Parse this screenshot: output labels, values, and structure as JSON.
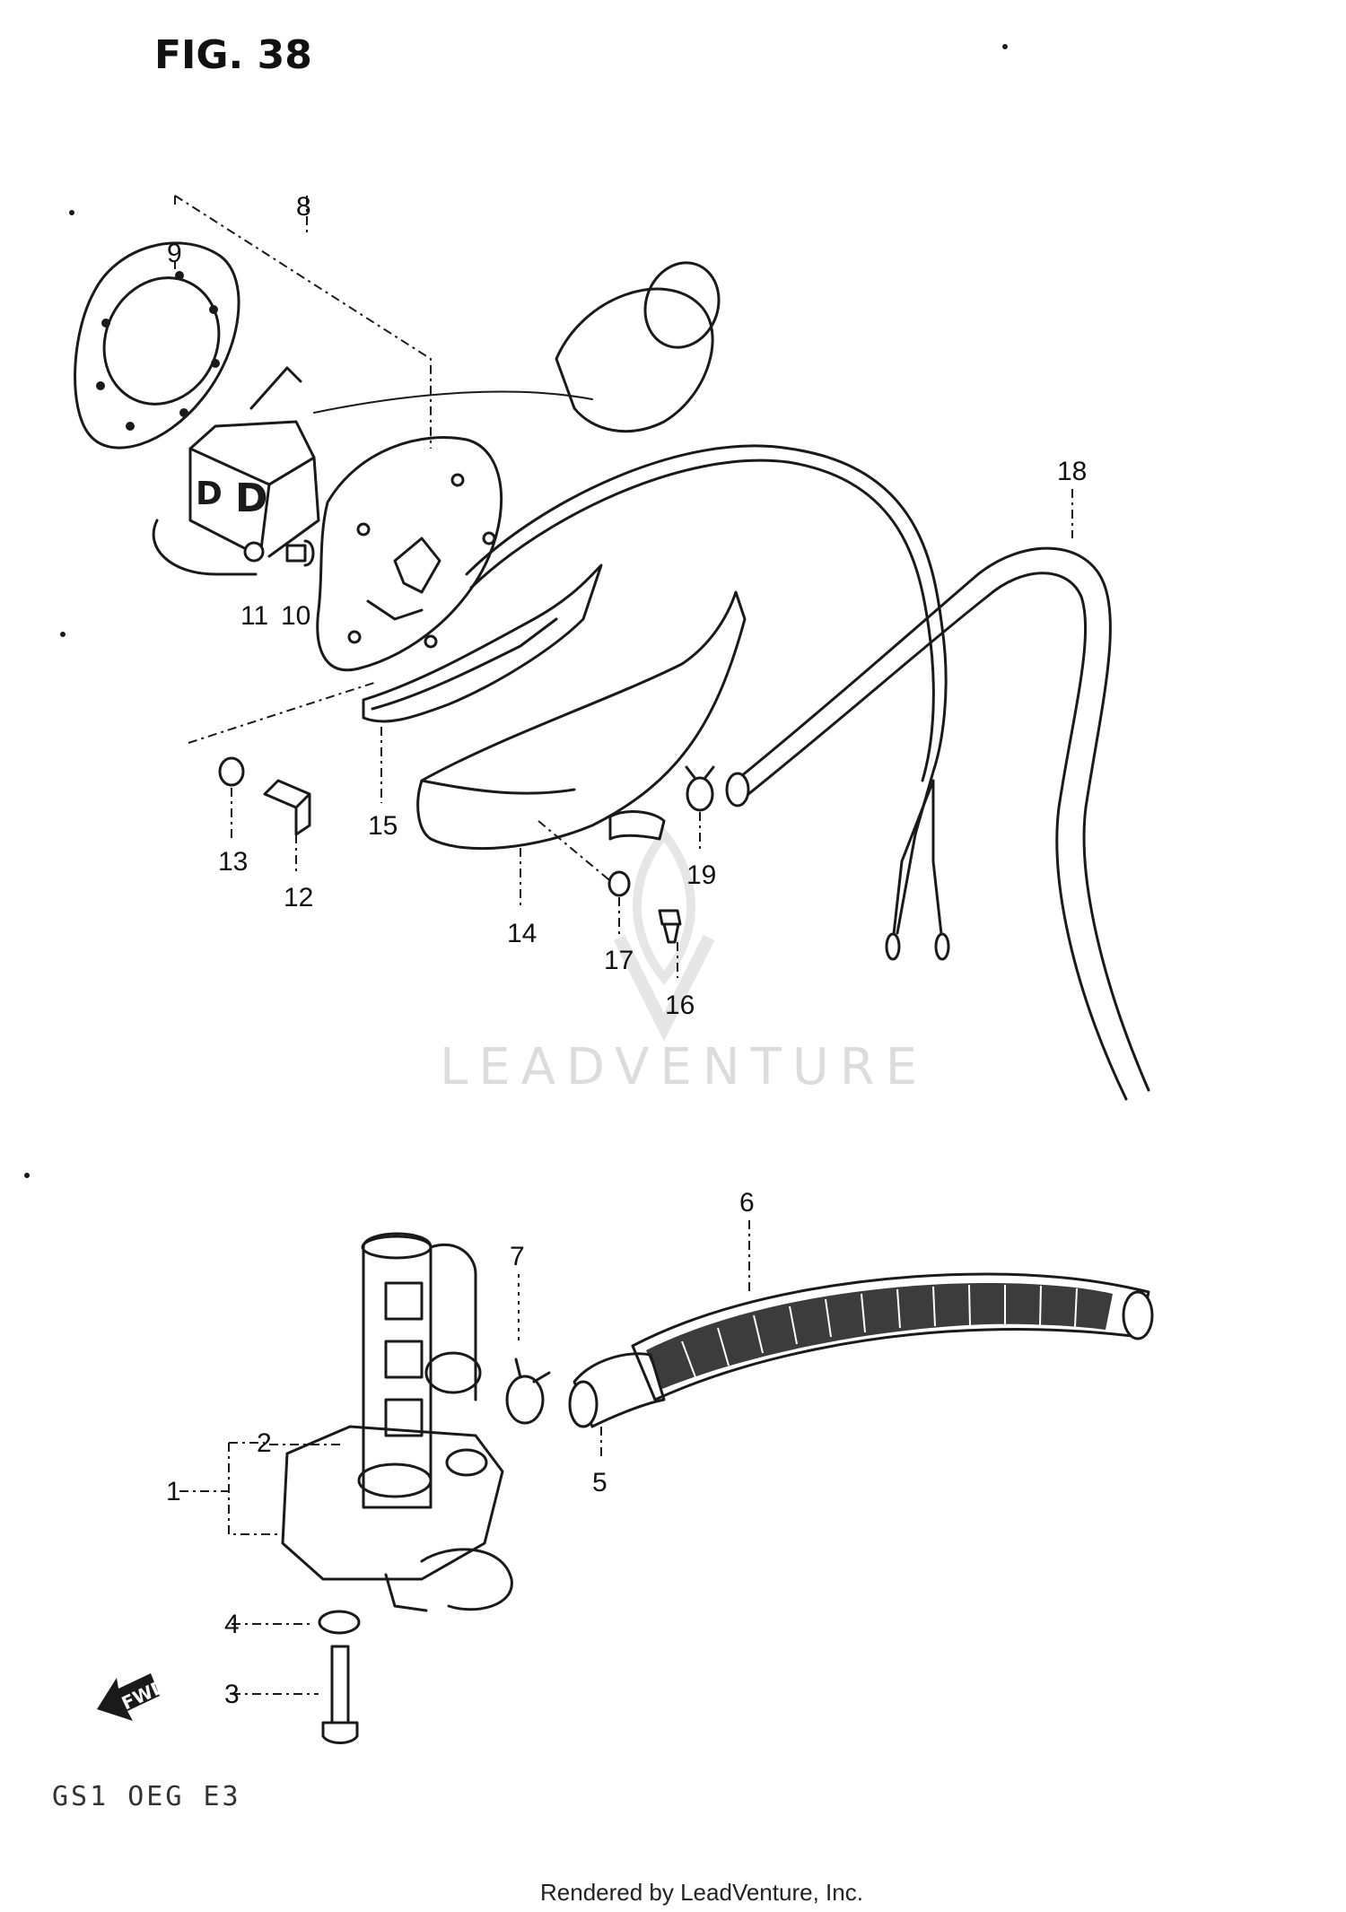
{
  "figure": {
    "title": "FIG. 38",
    "model_code": "GS1 OEG E3",
    "rendered_by": "Rendered by LeadVenture, Inc.",
    "watermark": "LEADVENTURE",
    "direction_arrow_label": "FWD"
  },
  "callouts": {
    "c1": "1",
    "c2": "2",
    "c3": "3",
    "c4": "4",
    "c5": "5",
    "c6": "6",
    "c7": "7",
    "c8": "8",
    "c9": "9",
    "c10": "10",
    "c11": "11",
    "c12": "12",
    "c13": "13",
    "c14": "14",
    "c15": "15",
    "c16": "16",
    "c17": "17",
    "c18": "18",
    "c19": "19"
  },
  "parts": [
    {
      "callout": "8",
      "icon": "fuel-level-gauge-icon"
    },
    {
      "callout": "9",
      "icon": "gasket-icon"
    },
    {
      "callout": "10",
      "icon": "screw-icon"
    },
    {
      "callout": "11",
      "icon": "washer-icon"
    },
    {
      "callout": "12",
      "icon": "bolt-icon"
    },
    {
      "callout": "13",
      "icon": "washer-icon"
    },
    {
      "callout": "14",
      "icon": "cover-icon"
    },
    {
      "callout": "15",
      "icon": "cushion-icon"
    },
    {
      "callout": "16",
      "icon": "bolt-icon"
    },
    {
      "callout": "17",
      "icon": "washer-icon"
    },
    {
      "callout": "18",
      "icon": "hose-icon"
    },
    {
      "callout": "19",
      "icon": "clamp-icon"
    },
    {
      "callout": "1",
      "icon": "fuel-cock-icon"
    },
    {
      "callout": "2",
      "icon": "o-ring-icon"
    },
    {
      "callout": "3",
      "icon": "screw-icon"
    },
    {
      "callout": "4",
      "icon": "washer-icon"
    },
    {
      "callout": "5",
      "icon": "hose-icon"
    },
    {
      "callout": "6",
      "icon": "protector-icon"
    },
    {
      "callout": "7",
      "icon": "clip-icon"
    }
  ]
}
